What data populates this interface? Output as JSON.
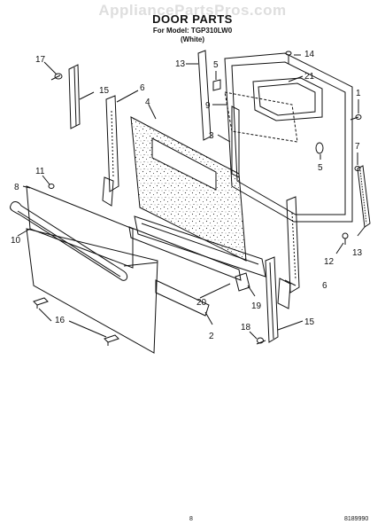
{
  "watermark": "AppliancePartsPros.com",
  "header": {
    "title": "DOOR PARTS",
    "model_line": "For Model: TGP310LW0",
    "color_line": "(White)"
  },
  "footer": {
    "page_number": "8",
    "doc_number": "8189990"
  },
  "callouts": [
    "17",
    "15",
    "6",
    "4",
    "13",
    "5",
    "14",
    "21",
    "9",
    "3",
    "1",
    "7",
    "5",
    "11",
    "8",
    "10",
    "12",
    "13",
    "16",
    "20",
    "19",
    "2",
    "6",
    "18",
    "15"
  ],
  "part_icons": [
    "screw-icon",
    "hinge-receiver-icon",
    "hinge-icon",
    "insulation-icon",
    "door-liner-icon",
    "glass-icon",
    "door-panel-icon",
    "handle-icon",
    "gasket-icon",
    "spacer-icon",
    "bracket-icon",
    "clip-icon",
    "channel-icon"
  ]
}
